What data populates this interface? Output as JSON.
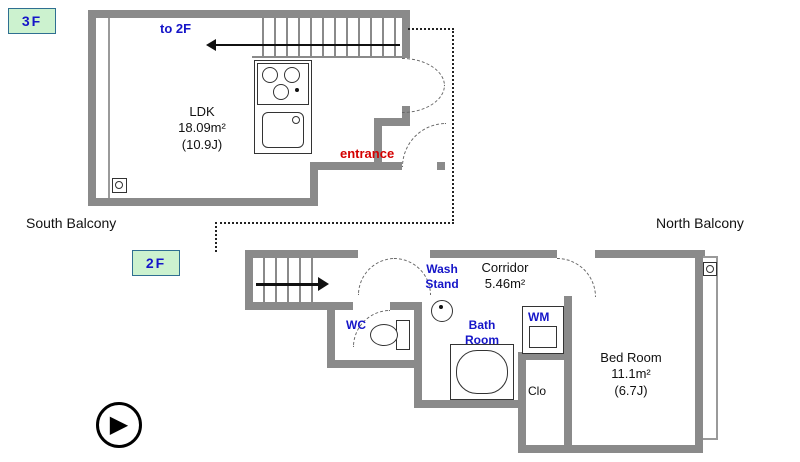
{
  "colors": {
    "wall": "#8a8a8a",
    "floor_label_bg": "#ccf2cf",
    "floor_label_border": "#2f6f91",
    "blue_text": "#1515c8",
    "red_text": "#d40000"
  },
  "floor3": {
    "label": "3F",
    "stairs_note": "to 2F",
    "room_name": "LDK",
    "room_area": "18.09m²",
    "room_tatami": "(10.9J)",
    "entrance": "entrance",
    "balcony": "South Balcony"
  },
  "floor2": {
    "label": "2F",
    "corridor_name": "Corridor",
    "corridor_area": "5.46m²",
    "wash_line1": "Wash",
    "wash_line2": "Stand",
    "wc": "WC",
    "bath_line1": "Bath",
    "bath_line2": "Room",
    "wm": "WM",
    "bedroom_name": "Bed Room",
    "bedroom_area": "11.1m²",
    "bedroom_tatami": "(6.7J)",
    "closet": "Clo",
    "balcony": "North Balcony"
  },
  "icons": {
    "north_arrow": "▶"
  }
}
